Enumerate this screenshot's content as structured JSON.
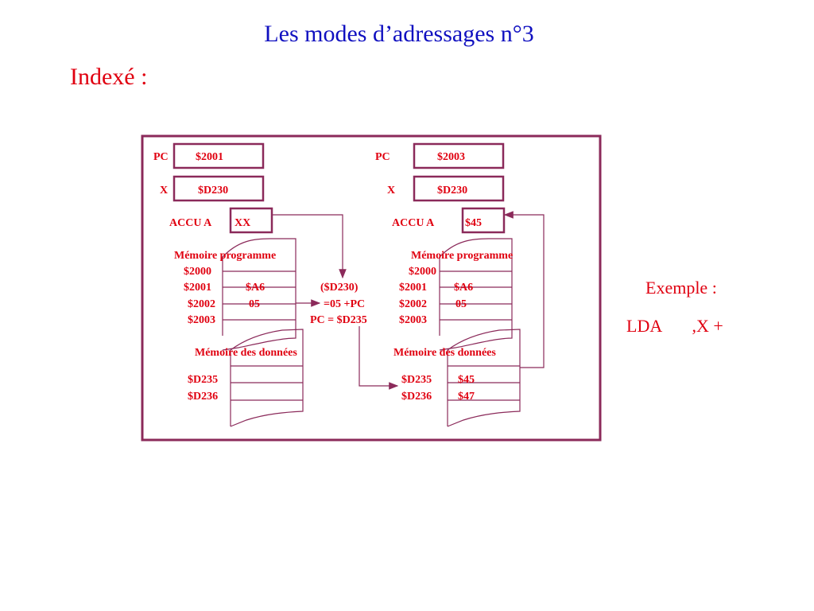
{
  "title": "Les modes d’adressages n°3",
  "subtitle": "Indexé :",
  "example": {
    "label": "Exemple :",
    "instruction": "LDA",
    "operand": ",X +"
  },
  "colors": {
    "title": "#1010c0",
    "text": "#e00010",
    "frame": "#8b2a5a",
    "register_border": "#8b2a5a",
    "arrow": "#8b2a5a"
  },
  "before": {
    "pc": {
      "label": "PC",
      "value": "$2001"
    },
    "x": {
      "label": "X",
      "value": "$D230"
    },
    "accu": {
      "label": "ACCU A",
      "value": "XX"
    },
    "program_memory": {
      "title": "Mémoire programme",
      "rows": [
        {
          "address": "$2000",
          "content": ""
        },
        {
          "address": "$2001",
          "content": "$A6"
        },
        {
          "address": "$2002",
          "content": "05"
        },
        {
          "address": "$2003",
          "content": ""
        }
      ]
    },
    "data_memory": {
      "title": "Mémoire des données",
      "rows": [
        {
          "address": "$D235",
          "content": ""
        },
        {
          "address": "$D236",
          "content": ""
        }
      ]
    }
  },
  "calculation": {
    "line1": "($D230)",
    "line2": "=05 +PC",
    "line3": "PC = $D235"
  },
  "after": {
    "pc": {
      "label": "PC",
      "value": "$2003"
    },
    "x": {
      "label": "X",
      "value": "$D230"
    },
    "accu": {
      "label": "ACCU A",
      "value": "$45"
    },
    "program_memory": {
      "title": "Mémoire programme",
      "rows": [
        {
          "address": "$2000",
          "content": ""
        },
        {
          "address": "$2001",
          "content": "$A6"
        },
        {
          "address": "$2002",
          "content": "05"
        },
        {
          "address": "$2003",
          "content": ""
        }
      ]
    },
    "data_memory": {
      "title": "Mémoire des données",
      "rows": [
        {
          "address": "$D235",
          "content": "$45"
        },
        {
          "address": "$D236",
          "content": "$47"
        }
      ]
    }
  }
}
